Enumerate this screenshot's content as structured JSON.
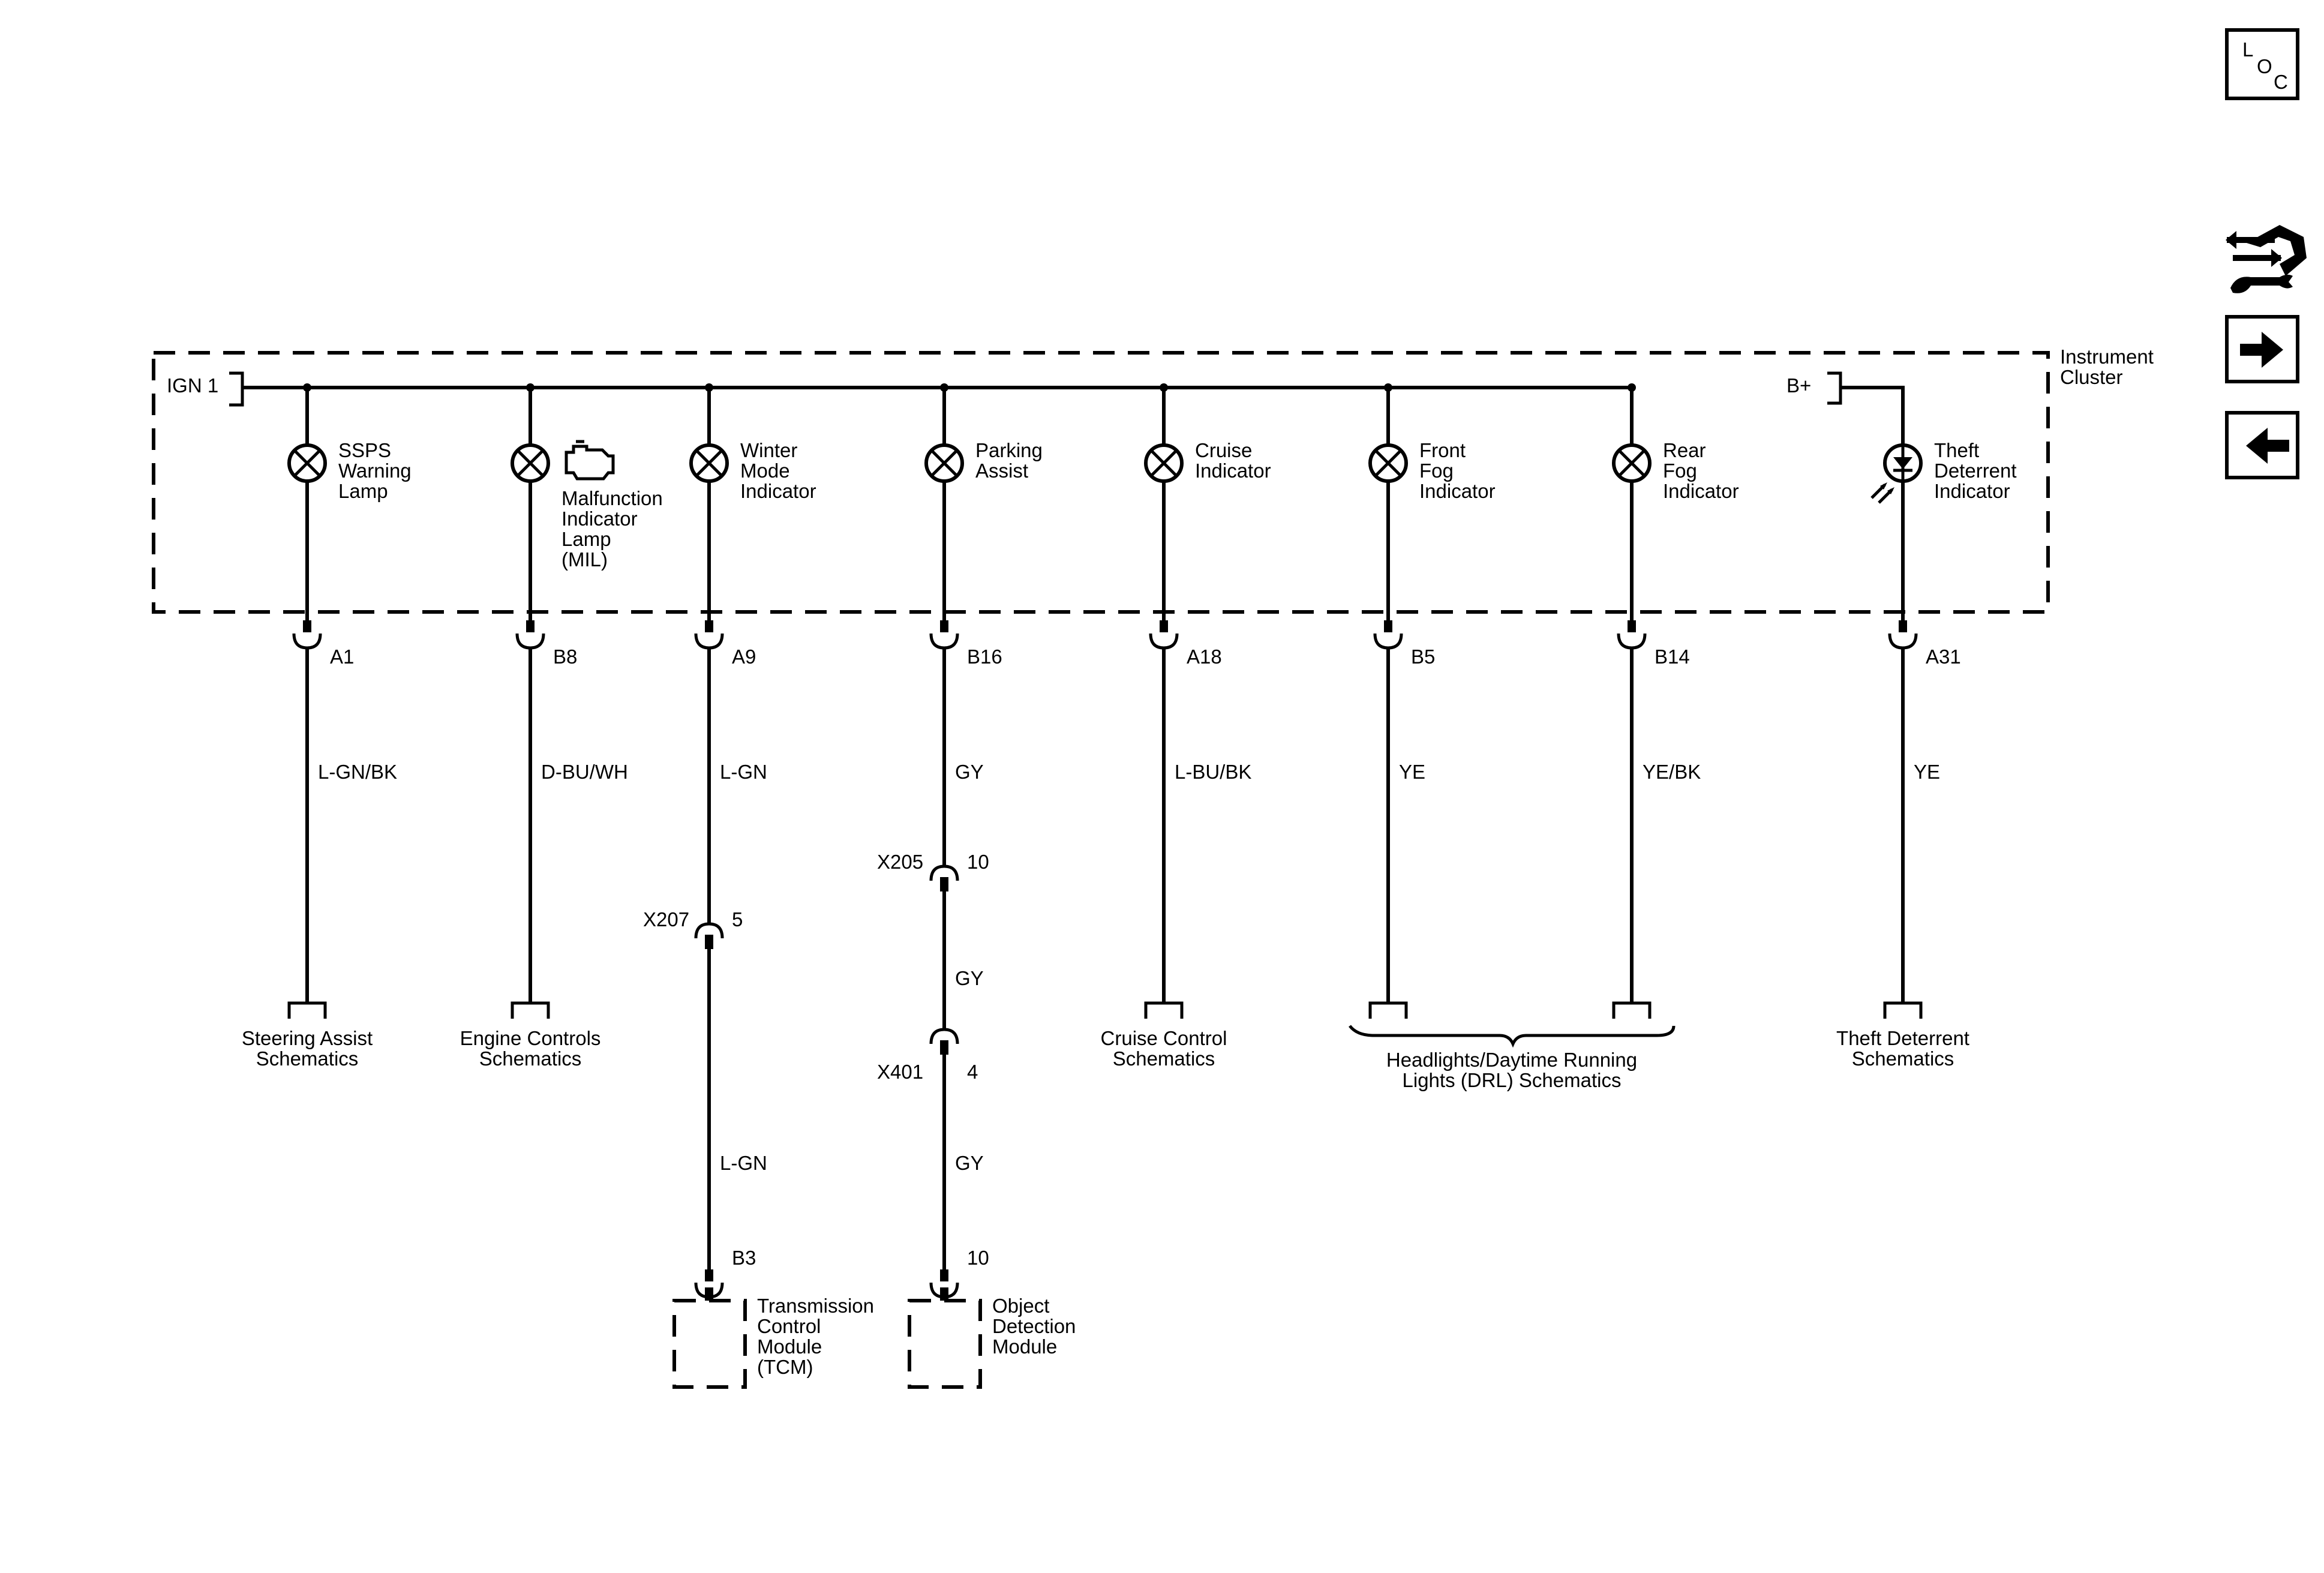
{
  "nav": {
    "loc_letters": [
      "L",
      "O",
      "C"
    ]
  },
  "cluster": {
    "label_line1": "Instrument",
    "label_line2": "Cluster",
    "ign_label": "IGN 1",
    "bplus_label": "B+"
  },
  "circuits": [
    {
      "id": "ssps",
      "lamp": [
        "SSPS",
        "Warning",
        "Lamp"
      ],
      "pin": "A1",
      "wire": "L-GN/BK",
      "dest": [
        "Steering Assist",
        "Schematics"
      ]
    },
    {
      "id": "mil",
      "lamp": [
        "Malfunction",
        "Indicator",
        "Lamp",
        "(MIL)"
      ],
      "pin": "B8",
      "wire": "D-BU/WH",
      "dest": [
        "Engine Controls",
        "Schematics"
      ]
    },
    {
      "id": "winter",
      "lamp": [
        "Winter",
        "Mode",
        "Indicator"
      ],
      "pin": "A9",
      "wire": "L-GN",
      "conn": {
        "name": "X207",
        "pin": "5"
      },
      "wire2": "L-GN",
      "module_pin": "B3",
      "module": [
        "Transmission",
        "Control",
        "Module",
        "(TCM)"
      ]
    },
    {
      "id": "parking",
      "lamp": [
        "Parking",
        "Assist"
      ],
      "pin": "B16",
      "wire": "GY",
      "conn": {
        "name": "X205",
        "pin": "10"
      },
      "wire2": "GY",
      "conn2": {
        "name": "X401",
        "pin": "4"
      },
      "wire3": "GY",
      "module_pin": "10",
      "module": [
        "Object",
        "Detection",
        "Module"
      ]
    },
    {
      "id": "cruise",
      "lamp": [
        "Cruise",
        "Indicator"
      ],
      "pin": "A18",
      "wire": "L-BU/BK",
      "dest": [
        "Cruise Control",
        "Schematics"
      ]
    },
    {
      "id": "frontfog",
      "lamp": [
        "Front",
        "Fog",
        "Indicator"
      ],
      "pin": "B5",
      "wire": "YE"
    },
    {
      "id": "rearfog",
      "lamp": [
        "Rear",
        "Fog",
        "Indicator"
      ],
      "pin": "B14",
      "wire": "YE/BK"
    },
    {
      "id": "theft",
      "lamp": [
        "Theft",
        "Deterrent",
        "Indicator"
      ],
      "pin": "A31",
      "wire": "YE",
      "dest": [
        "Theft Deterrent",
        "Schematics"
      ]
    }
  ],
  "shared_dest": [
    "Headlights/Daytime Running",
    "Lights (DRL) Schematics"
  ]
}
